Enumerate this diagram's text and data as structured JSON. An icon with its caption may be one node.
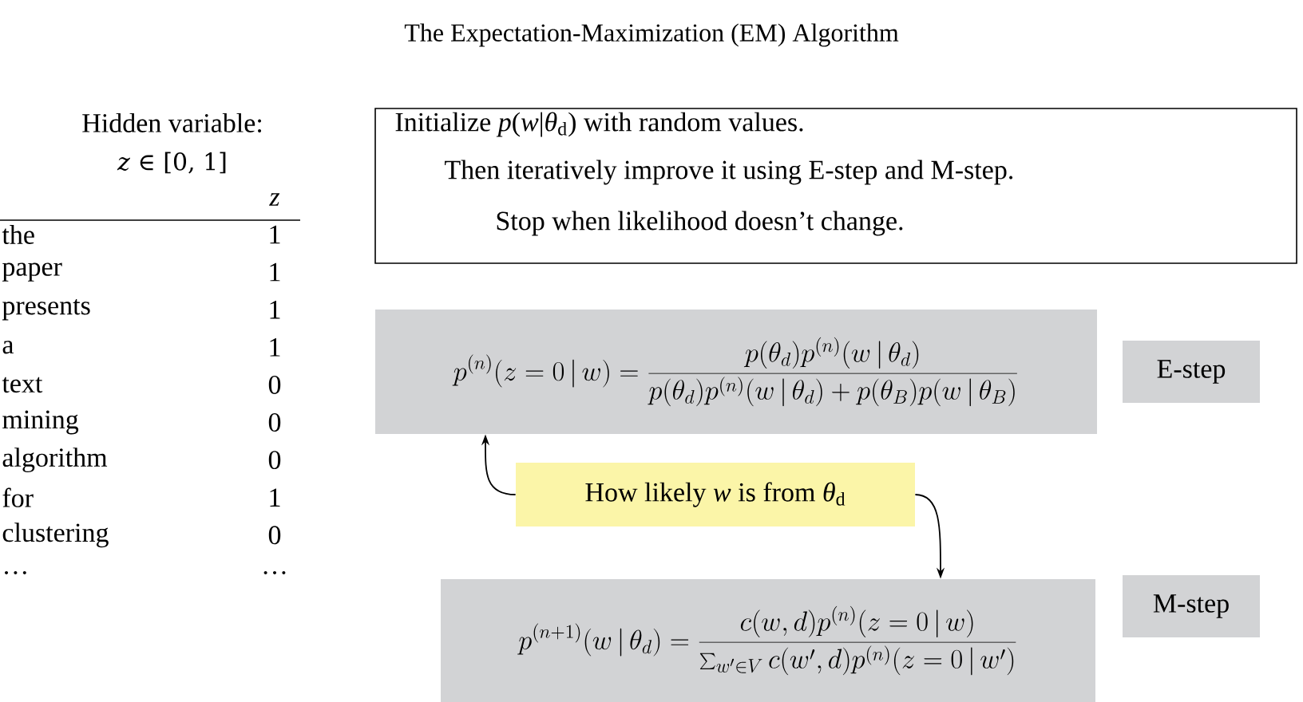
{
  "diagram": {
    "title": "The Expectation-Maximization (EM) Algorithm",
    "nodes": [
      {
        "text": [
          "Initialize *p*(*w*|*θ*$_{d}$) with random values.",
          "Then iteratively improve it using E-step and M-step.",
          "Stop when likelihood doesn’t change."
        ]
      },
      {
        "text": [
          "p^{(n)}(z=0\\,|\\,w)=\\frac{p(\\theta_d)p^{(n)}(w\\,|\\,\\theta_d)}{p(\\theta_d)p^{(n)}(w\\,|\\,\\theta_d)+p(\\theta_B)p(w\\,|\\,\\theta_B)}"
        ]
      },
      {
        "text": [
          "E-step"
        ]
      },
      {
        "text": [
          "How likely *w* is from *θ*$_{d}$"
        ]
      },
      {
        "text": [
          "p^{(n+1)}(w\\,|\\,\\theta_d)=\\frac{c(w,d)p^{(n)}(z=0\\,|\\,w)}{\\sum\\nolimits_{w'\\in V}c(w',d)p^{(n)}(z=0\\,|\\,w')}"
        ]
      },
      {
        "text": [
          "M-step"
        ]
      }
    ],
    "edges": [
      {
        "from": 3,
        "to": 1,
        "arrow": "to"
      },
      {
        "from": 3,
        "to": 4,
        "arrow": "to"
      }
    ],
    "labels": [
      "Hidden variable:",
      "*z* ∈ [0, 1]",
      "z",
      "the",
      "1",
      "paper",
      "1",
      "presents",
      "1",
      "a",
      "1",
      "text",
      "0",
      "mining",
      "0",
      "algorithm",
      "0",
      "for",
      "1",
      "clustering",
      "0",
      "…",
      "…"
    ]
  }
}
